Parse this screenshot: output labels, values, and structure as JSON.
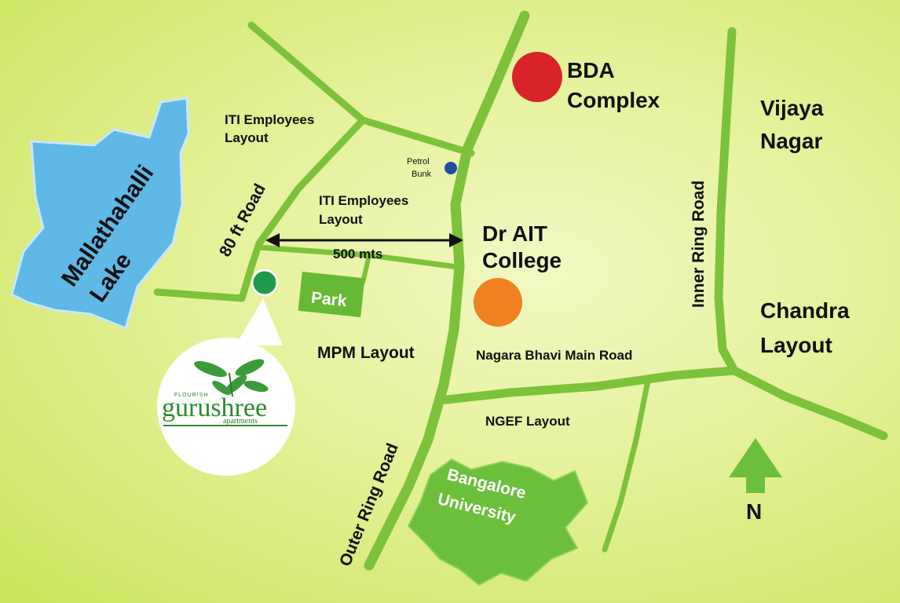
{
  "labels": {
    "bda": "BDA",
    "complex": "Complex",
    "iti_top_1": "ITI Employees",
    "iti_top_2": "Layout",
    "petrol_1": "Petrol",
    "petrol_2": "Bunk",
    "iti_mid_1": "ITI Employees",
    "iti_mid_2": "Layout",
    "road_80ft": "80 ft Road",
    "distance": "500 mts",
    "dr_ait": "Dr AIT",
    "college": "College",
    "park": "Park",
    "mpm": "MPM Layout",
    "nagara": "Nagara Bhavi Main Road",
    "ngef": "NGEF Layout",
    "outer_ring": "Outer Ring Road",
    "inner_ring": "Inner Ring Road",
    "vijaya": "Vijaya",
    "nagar": "Nagar",
    "chandra": "Chandra",
    "chandra_layout": "Layout",
    "lake_1": "Mallathahalli",
    "lake_2": "Lake",
    "uni_1": "Bangalore",
    "uni_2": "University",
    "north": "N"
  },
  "logo": {
    "top": "FLOURISH",
    "name": "gurushree",
    "sub": "apartments"
  },
  "colors": {
    "road": "#7cc23a",
    "lake": "#5fb8e6",
    "university": "#6cbf3a",
    "bda_marker": "#d8232a",
    "college_marker": "#ef8120",
    "project_marker": "#1f9a4a",
    "petrol_marker": "#1f4fa0"
  }
}
